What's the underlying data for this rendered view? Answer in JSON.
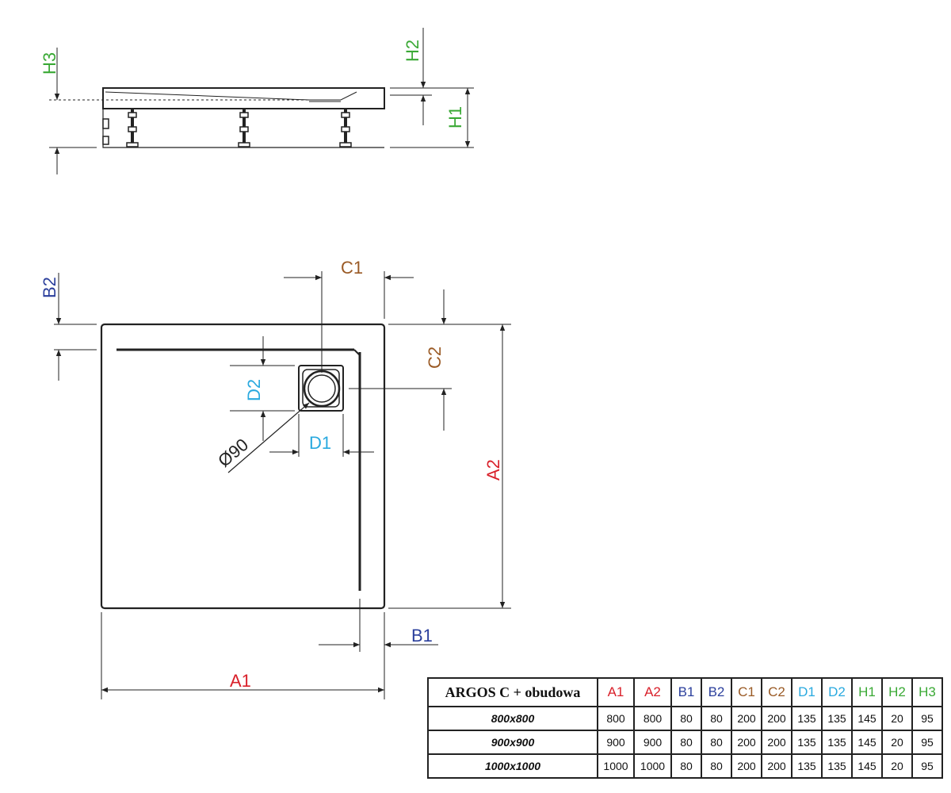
{
  "labels": {
    "H1": "H1",
    "H2": "H2",
    "H3": "H3",
    "A1": "A1",
    "A2": "A2",
    "B1": "B1",
    "B2": "B2",
    "C1": "C1",
    "C2": "C2",
    "D1": "D1",
    "D2": "D2",
    "diameter": "Ø90"
  },
  "colors": {
    "A": "#d9202a",
    "B": "#2b3f9c",
    "C": "#9a5a25",
    "D": "#29a9df",
    "H": "#3aa935"
  },
  "table": {
    "title": "ARGOS C + obudowa",
    "headers": [
      "A1",
      "A2",
      "B1",
      "B2",
      "C1",
      "C2",
      "D1",
      "D2",
      "H1",
      "H2",
      "H3"
    ],
    "rows": [
      {
        "size": "800x800",
        "values": [
          "800",
          "800",
          "80",
          "80",
          "200",
          "200",
          "135",
          "135",
          "145",
          "20",
          "95"
        ]
      },
      {
        "size": "900x900",
        "values": [
          "900",
          "900",
          "80",
          "80",
          "200",
          "200",
          "135",
          "135",
          "145",
          "20",
          "95"
        ]
      },
      {
        "size": "1000x1000",
        "values": [
          "1000",
          "1000",
          "80",
          "80",
          "200",
          "200",
          "135",
          "135",
          "145",
          "20",
          "95"
        ]
      }
    ]
  }
}
